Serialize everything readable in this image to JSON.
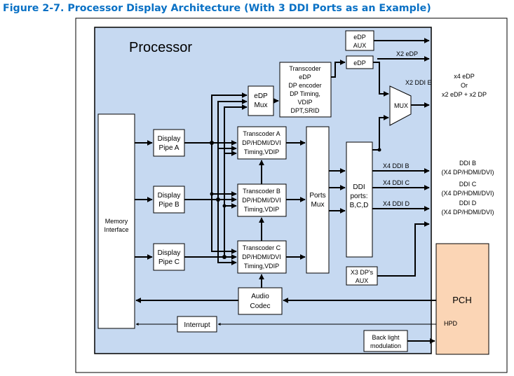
{
  "figure_title": "Figure 2-7.   Processor Display Architecture (With 3 DDI Ports as an Example)",
  "processor_label": "Processor",
  "blocks": {
    "memory_interface": [
      "Memory",
      "Interface"
    ],
    "display_pipe_a": [
      "Display",
      "Pipe A"
    ],
    "display_pipe_b": [
      "Display",
      "Pipe B"
    ],
    "display_pipe_c": [
      "Display",
      "Pipe C"
    ],
    "edp_mux": [
      "eDP",
      "Mux"
    ],
    "transcoder_edp": [
      "Transcoder",
      "eDP",
      "DP encoder",
      "DP Timing,",
      "VDIP",
      "DPT,SRID"
    ],
    "transcoder_a": [
      "Transcoder A",
      "DP/HDMI/DVI",
      "Timing,VDIP"
    ],
    "transcoder_b": [
      "Transcoder B",
      "DP/HDMI/DVI",
      "Timing,VDIP"
    ],
    "transcoder_c": [
      "Transcoder C",
      "DP/HDMI/DVI",
      "Timing,VDIP"
    ],
    "ports_mux": [
      "Ports",
      "Mux"
    ],
    "ddi_ports": [
      "DDI",
      "ports:",
      "B,C,D"
    ],
    "edp_aux": [
      "eDP",
      "AUX"
    ],
    "edp": [
      "eDP"
    ],
    "mux": [
      "MUX"
    ],
    "x3_dp_aux": [
      "X3 DP's",
      "AUX"
    ],
    "audio_codec": [
      "Audio",
      "Codec"
    ],
    "interrupt": [
      "Interrupt"
    ],
    "backlight_modulation": [
      "Back light",
      "modulation"
    ],
    "pch": [
      "PCH"
    ]
  },
  "signal_labels": {
    "x2_edp": "X2 eDP",
    "x2_ddi_e": "X2 DDI E",
    "x4_ddi_b": "X4 DDI B",
    "x4_ddi_c": "X4 DDI C",
    "x4_ddi_d": "X4 DDI D",
    "hpd": "HPD"
  },
  "output_labels": {
    "edp_out": [
      "x4 eDP",
      "Or",
      "x2 eDP + x2 DP"
    ],
    "ddi_b": [
      "DDI B",
      "(X4 DP/HDMI/DVI)"
    ],
    "ddi_c": [
      "DDI C",
      "(X4 DP/HDMI/DVI)"
    ],
    "ddi_d": [
      "DDI D",
      "(X4 DP/HDMI/DVI)"
    ]
  },
  "colors": {
    "title": "#0a71c5",
    "processor_fill": "#c6d9f1",
    "pch_fill": "#fbd5b5",
    "block_fill": "#ffffff",
    "line": "#000000"
  }
}
